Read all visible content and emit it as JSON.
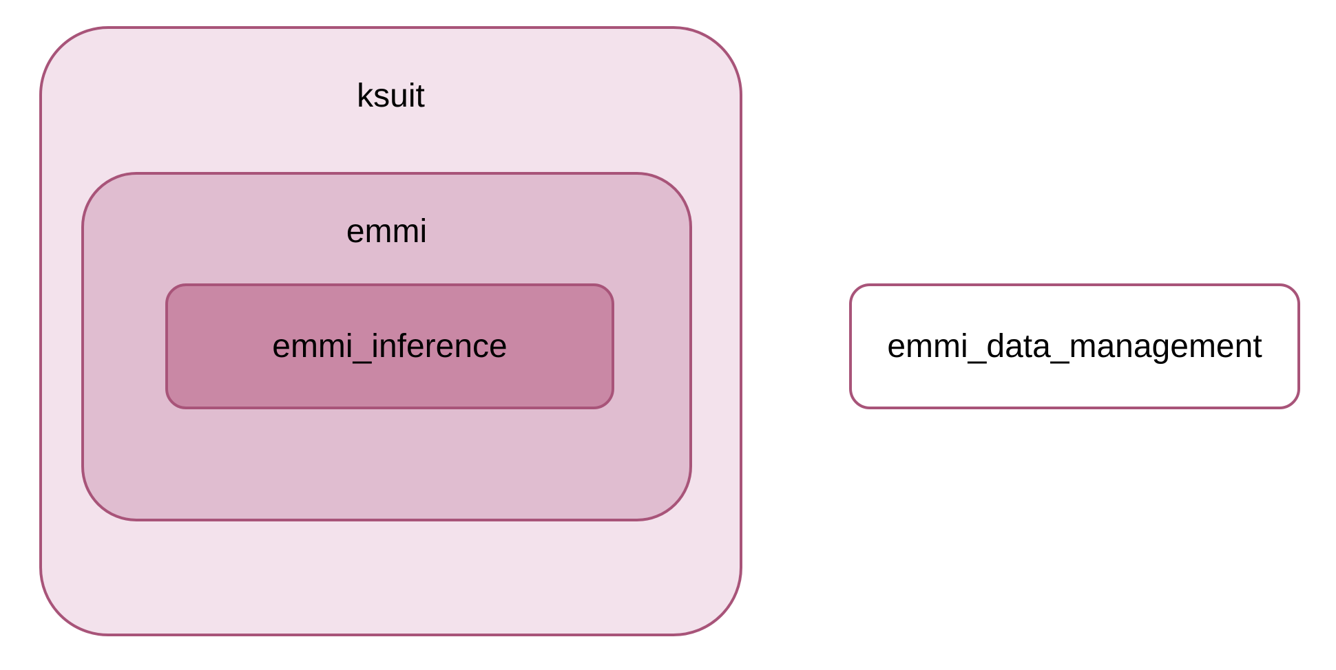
{
  "diagram": {
    "background_color": "#ffffff",
    "stroke_color": "#a85479",
    "text_color": "#000000",
    "groups": {
      "ksuit": {
        "label": "ksuit",
        "fill": "#f3e2ec"
      },
      "emmi": {
        "label": "emmi",
        "fill": "#e0bdd0"
      }
    },
    "nodes": {
      "emmi_inference": {
        "label": "emmi_inference",
        "fill": "#c988a5"
      },
      "emmi_data_management": {
        "label": "emmi_data_management",
        "fill": "#ffffff"
      }
    }
  }
}
